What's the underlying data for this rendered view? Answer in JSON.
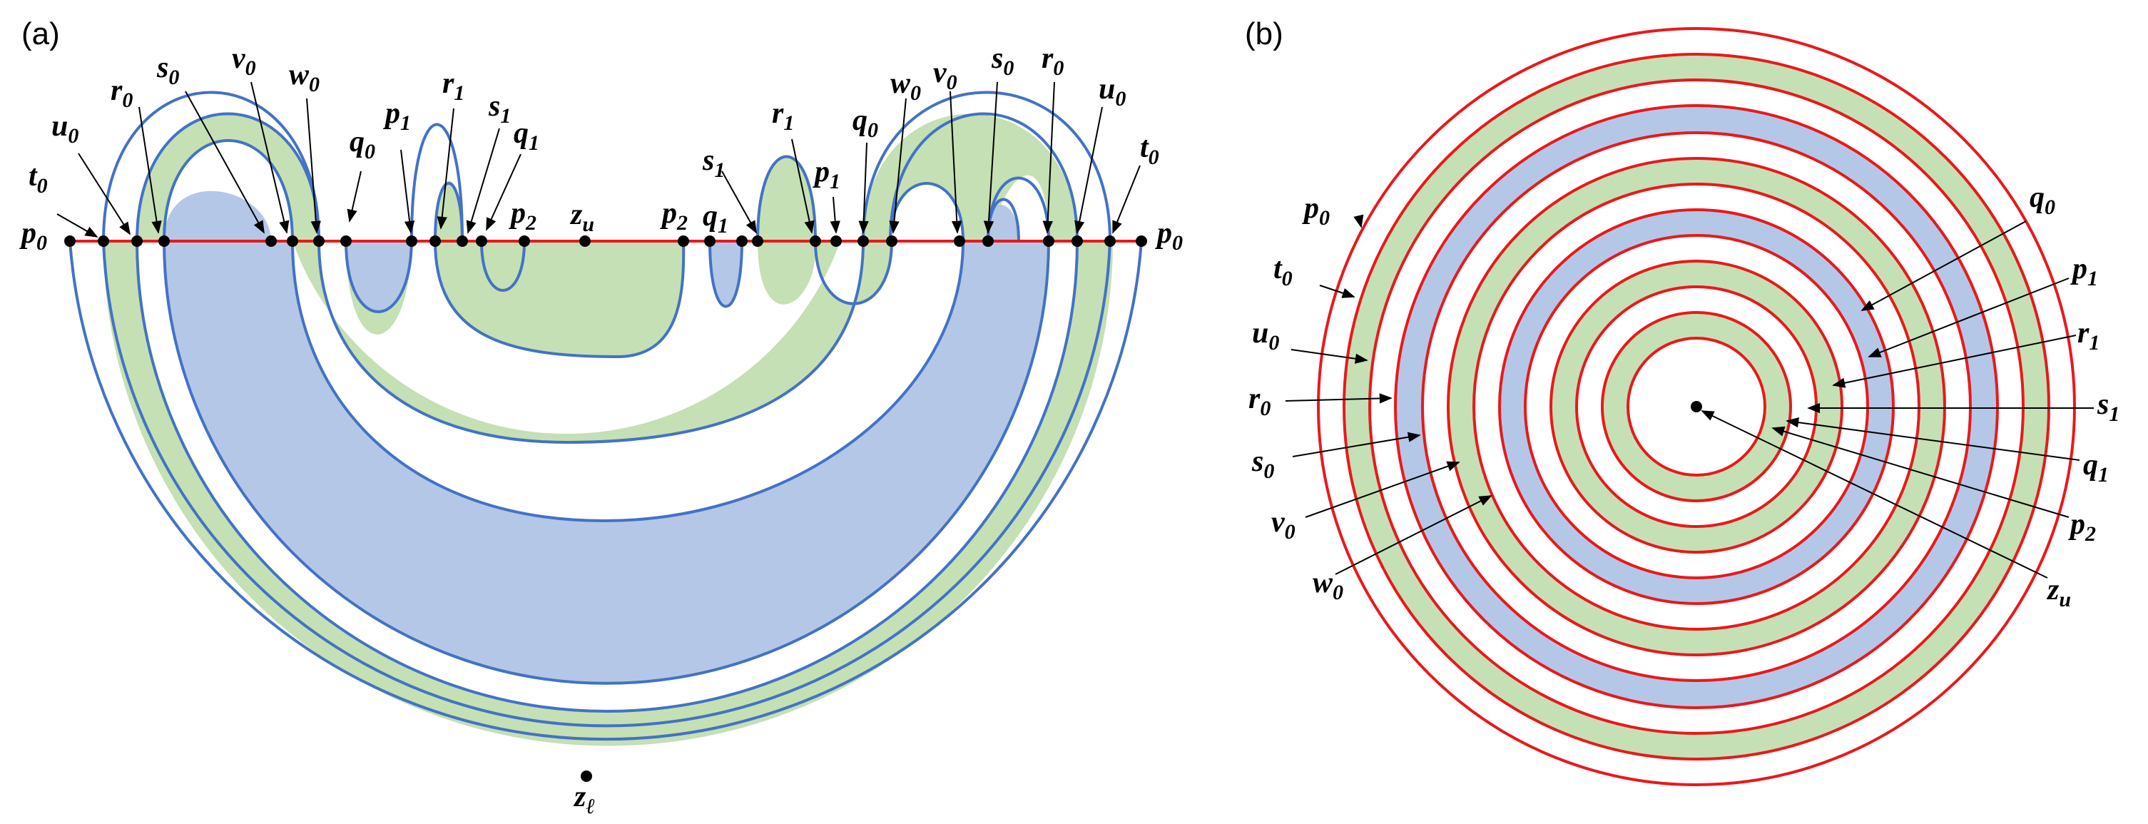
{
  "panels": {
    "a": {
      "tag": "(a)",
      "axis_color": "#e8191c",
      "curve_color": "#4472c4",
      "fill_green": "#c5e0b4",
      "fill_blue": "#b4c7e7",
      "labels": {
        "p0": "p0",
        "t0": "t0",
        "u0": "u0",
        "r0": "r0",
        "s0": "s0",
        "v0": "v0",
        "w0": "w0",
        "q0": "q0",
        "p1": "p1",
        "r1": "r1",
        "s1": "s1",
        "q1": "q1",
        "p2": "p2",
        "zu": "zu",
        "zl": "zℓ"
      }
    },
    "b": {
      "tag": "(b)",
      "ring_color": "#e8191c",
      "labels": {
        "p0": "p0",
        "t0": "t0",
        "u0": "u0",
        "r0": "r0",
        "s0": "s0",
        "v0": "v0",
        "w0": "w0",
        "q0": "q0",
        "p1": "p1",
        "r1": "r1",
        "s1": "s1",
        "q1": "q1",
        "p2": "p2",
        "zu": "zu"
      }
    }
  }
}
